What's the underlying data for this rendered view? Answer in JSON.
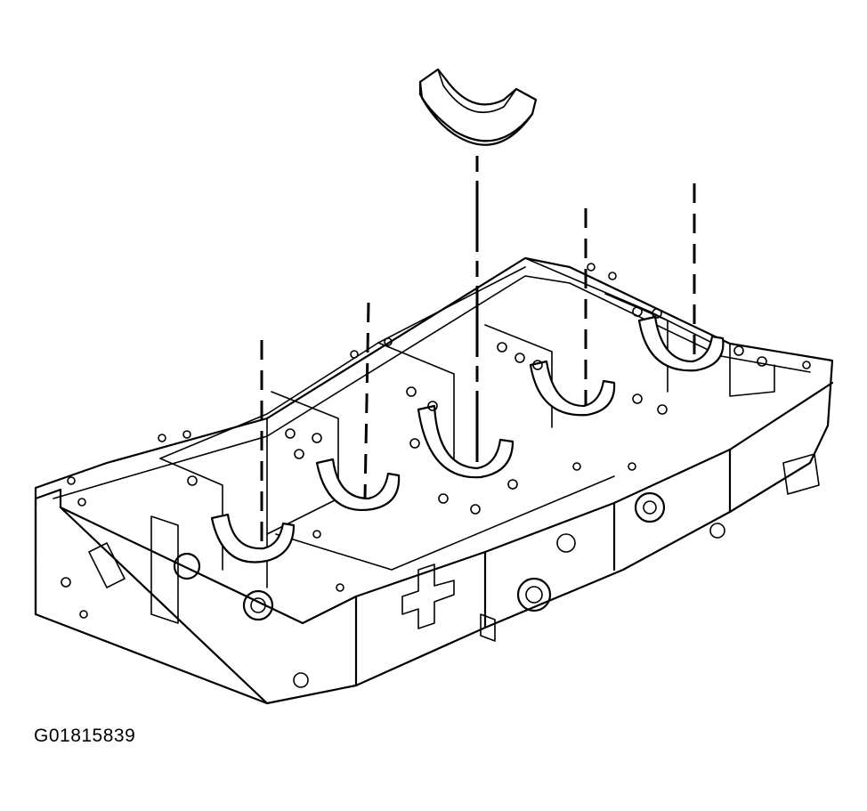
{
  "figure": {
    "id_label": "G01815839"
  },
  "colors": {
    "line": "#000000",
    "background": "#ffffff"
  },
  "parts": {
    "bearing_shell": "bearing-insert",
    "block": "engine-block-lower-crankcase",
    "journals": 5
  }
}
